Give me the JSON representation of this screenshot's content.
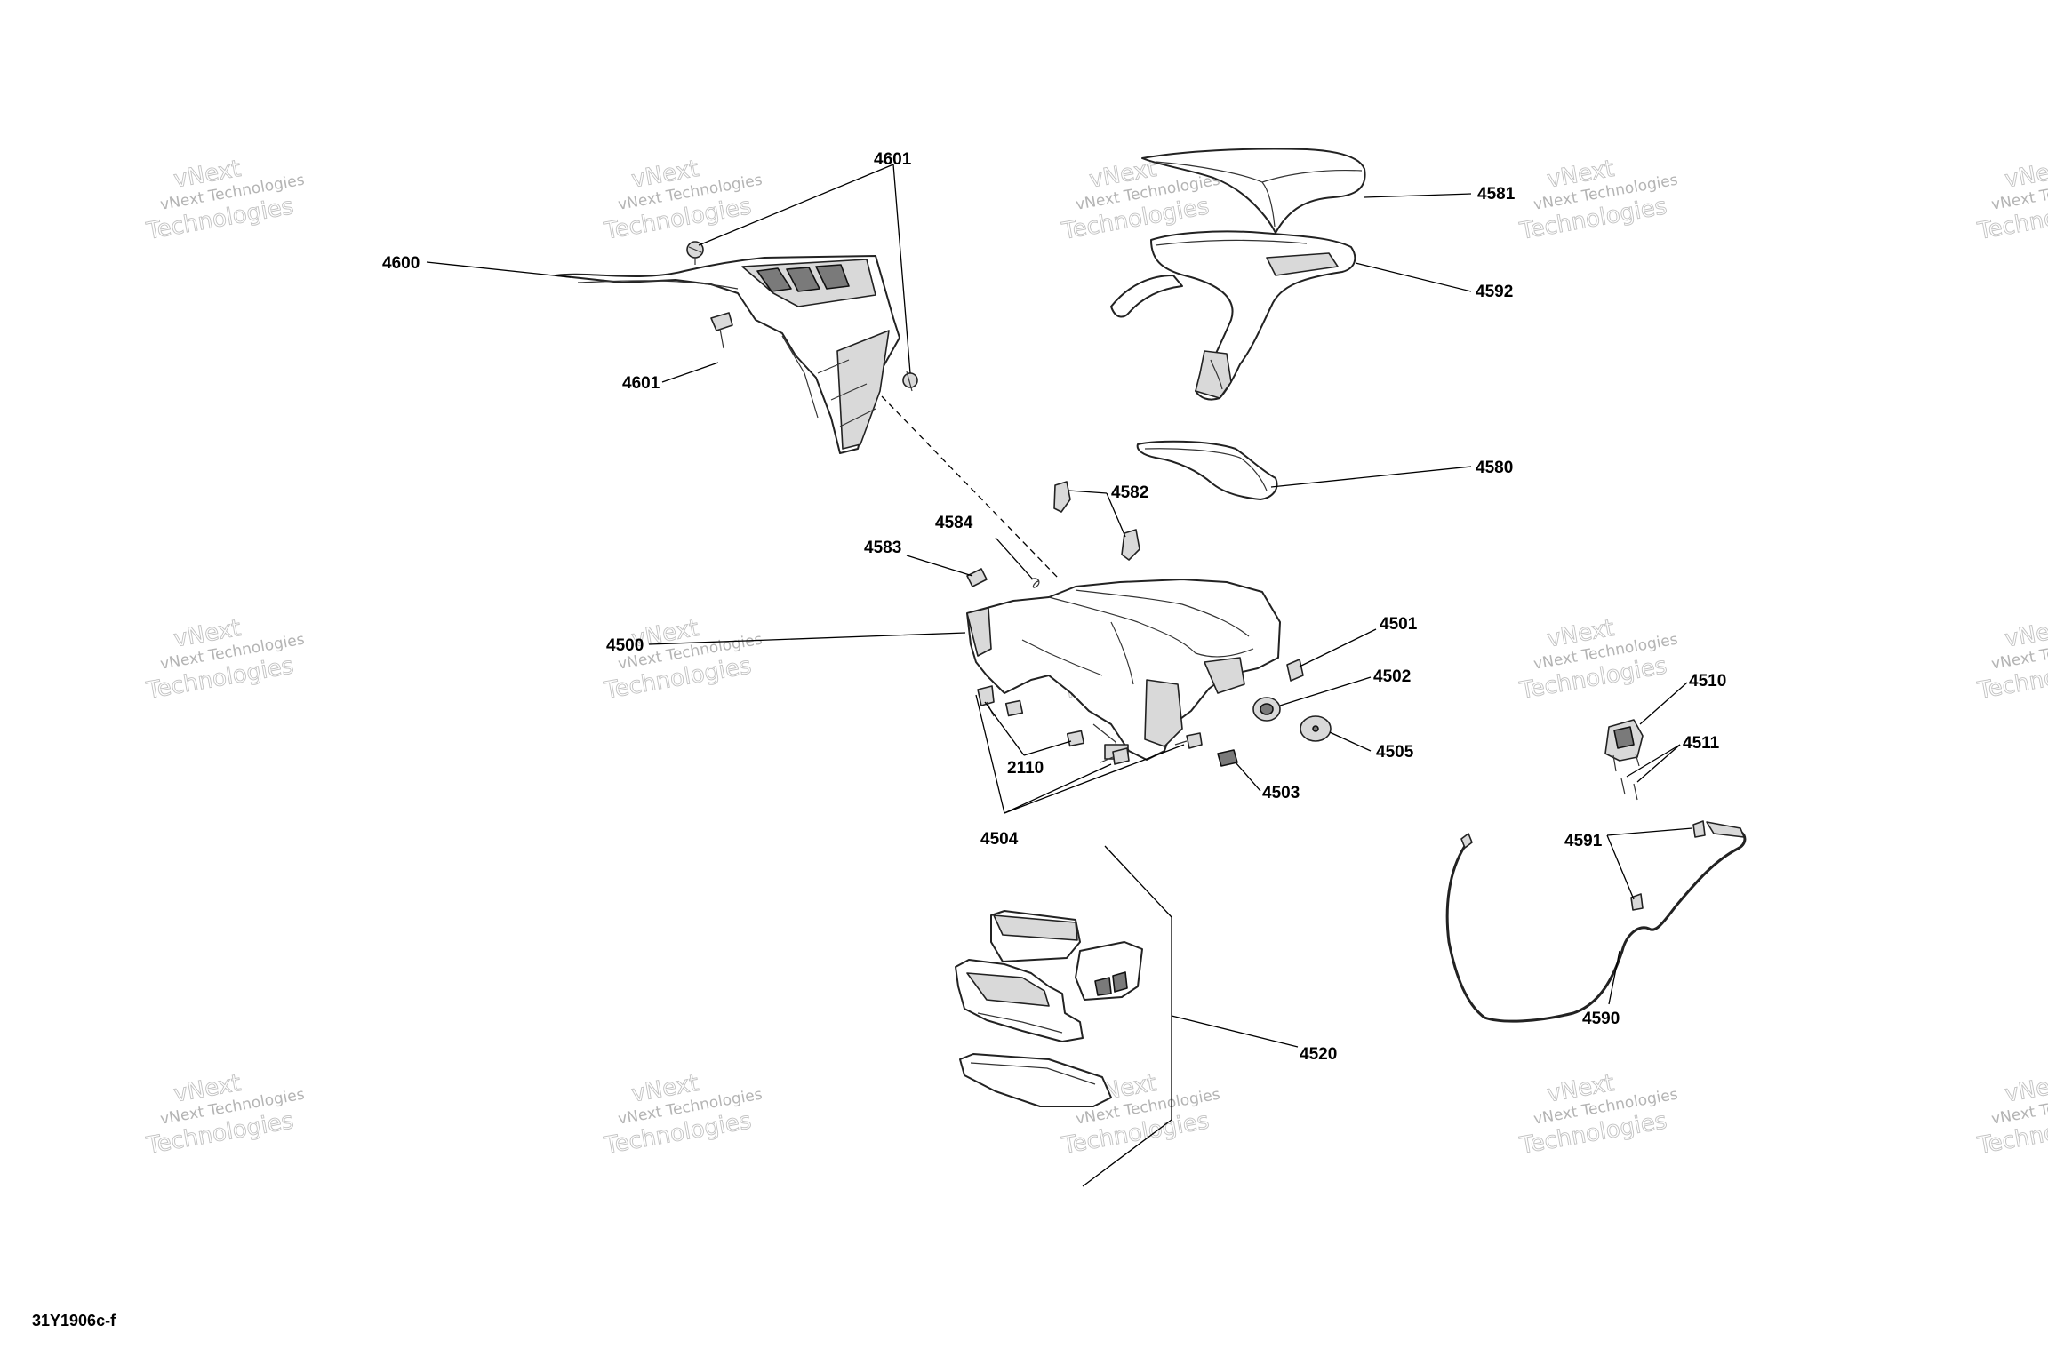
{
  "drawing_code": "31Y1906c-f",
  "watermark": {
    "line1": "vNext Technologies",
    "line2": "vNext",
    "line3": "Technologies"
  },
  "callouts": [
    {
      "id": "4601-top",
      "label": "4601"
    },
    {
      "id": "4600",
      "label": "4600"
    },
    {
      "id": "4601-left",
      "label": "4601"
    },
    {
      "id": "4581",
      "label": "4581"
    },
    {
      "id": "4592",
      "label": "4592"
    },
    {
      "id": "4580",
      "label": "4580"
    },
    {
      "id": "4582",
      "label": "4582"
    },
    {
      "id": "4584",
      "label": "4584"
    },
    {
      "id": "4583",
      "label": "4583"
    },
    {
      "id": "4500",
      "label": "4500"
    },
    {
      "id": "4501",
      "label": "4501"
    },
    {
      "id": "4502",
      "label": "4502"
    },
    {
      "id": "4505",
      "label": "4505"
    },
    {
      "id": "2110",
      "label": "2110"
    },
    {
      "id": "4503",
      "label": "4503"
    },
    {
      "id": "4504",
      "label": "4504"
    },
    {
      "id": "4520",
      "label": "4520"
    },
    {
      "id": "4510",
      "label": "4510"
    },
    {
      "id": "4511",
      "label": "4511"
    },
    {
      "id": "4591",
      "label": "4591"
    },
    {
      "id": "4590",
      "label": "4590"
    }
  ]
}
